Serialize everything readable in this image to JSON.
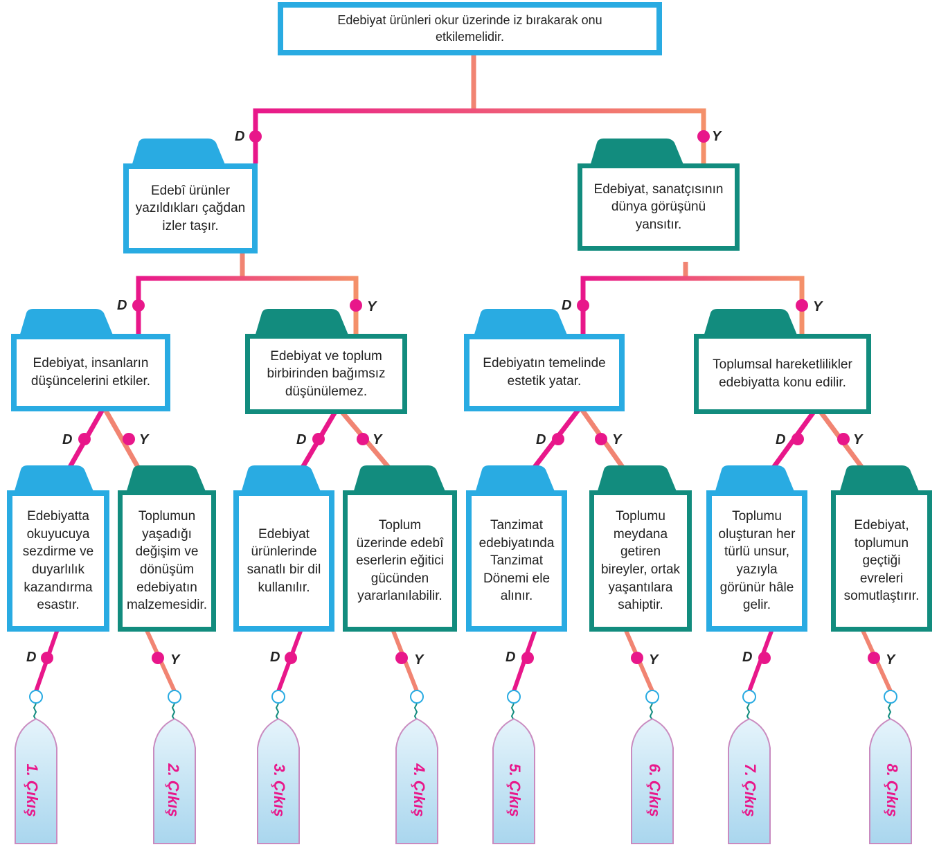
{
  "root": "Edebiyat ürünleri okur üzerinde iz bırakarak onu etkilemelidir.",
  "level1": [
    "Edebî ürünler yazıldıkları çağdan izler taşır.",
    "Edebiyat, sanatçısının dünya görüşünü yansıtır."
  ],
  "level2": [
    "Edebiyat, insanların düşüncelerini etkiler.",
    "Edebiyat ve toplum birbirinden bağımsız düşünülemez.",
    "Edebiyatın temelinde estetik yatar.",
    "Toplumsal hareketlilikler edebiyatta konu edilir."
  ],
  "level3": [
    "Edebiyatta okuyucuya sezdirme ve duyarlılık kazandırma esastır.",
    "Toplumun yaşadığı değişim ve dönüşüm edebiyatın malzemesidir.",
    "Edebiyat ürünlerinde sanatlı bir dil kullanılır.",
    "Toplum üzerinde edebî eserlerin eğitici gücünden yararlanılabilir.",
    "Tanzimat edebiyatında Tanzimat Dönemi ele alınır.",
    "Toplumu meydana getiren bireyler, ortak yaşantılara sahiptir.",
    "Toplumu oluşturan her türlü unsur, yazıyla görünür hâle gelir.",
    "Edebiyat, toplumun geçtiği evreleri somutlaştırır."
  ],
  "labels": {
    "yes": "D",
    "no": "Y"
  },
  "exits": [
    "1. Çıkış",
    "2. Çıkış",
    "3. Çıkış",
    "4. Çıkış",
    "5. Çıkış",
    "6. Çıkış",
    "7. Çıkış",
    "8. Çıkış"
  ],
  "colors": {
    "blue": "#29abe2",
    "teal": "#128c7e",
    "magenta": "#e8178a",
    "salmon": "#f18472"
  }
}
